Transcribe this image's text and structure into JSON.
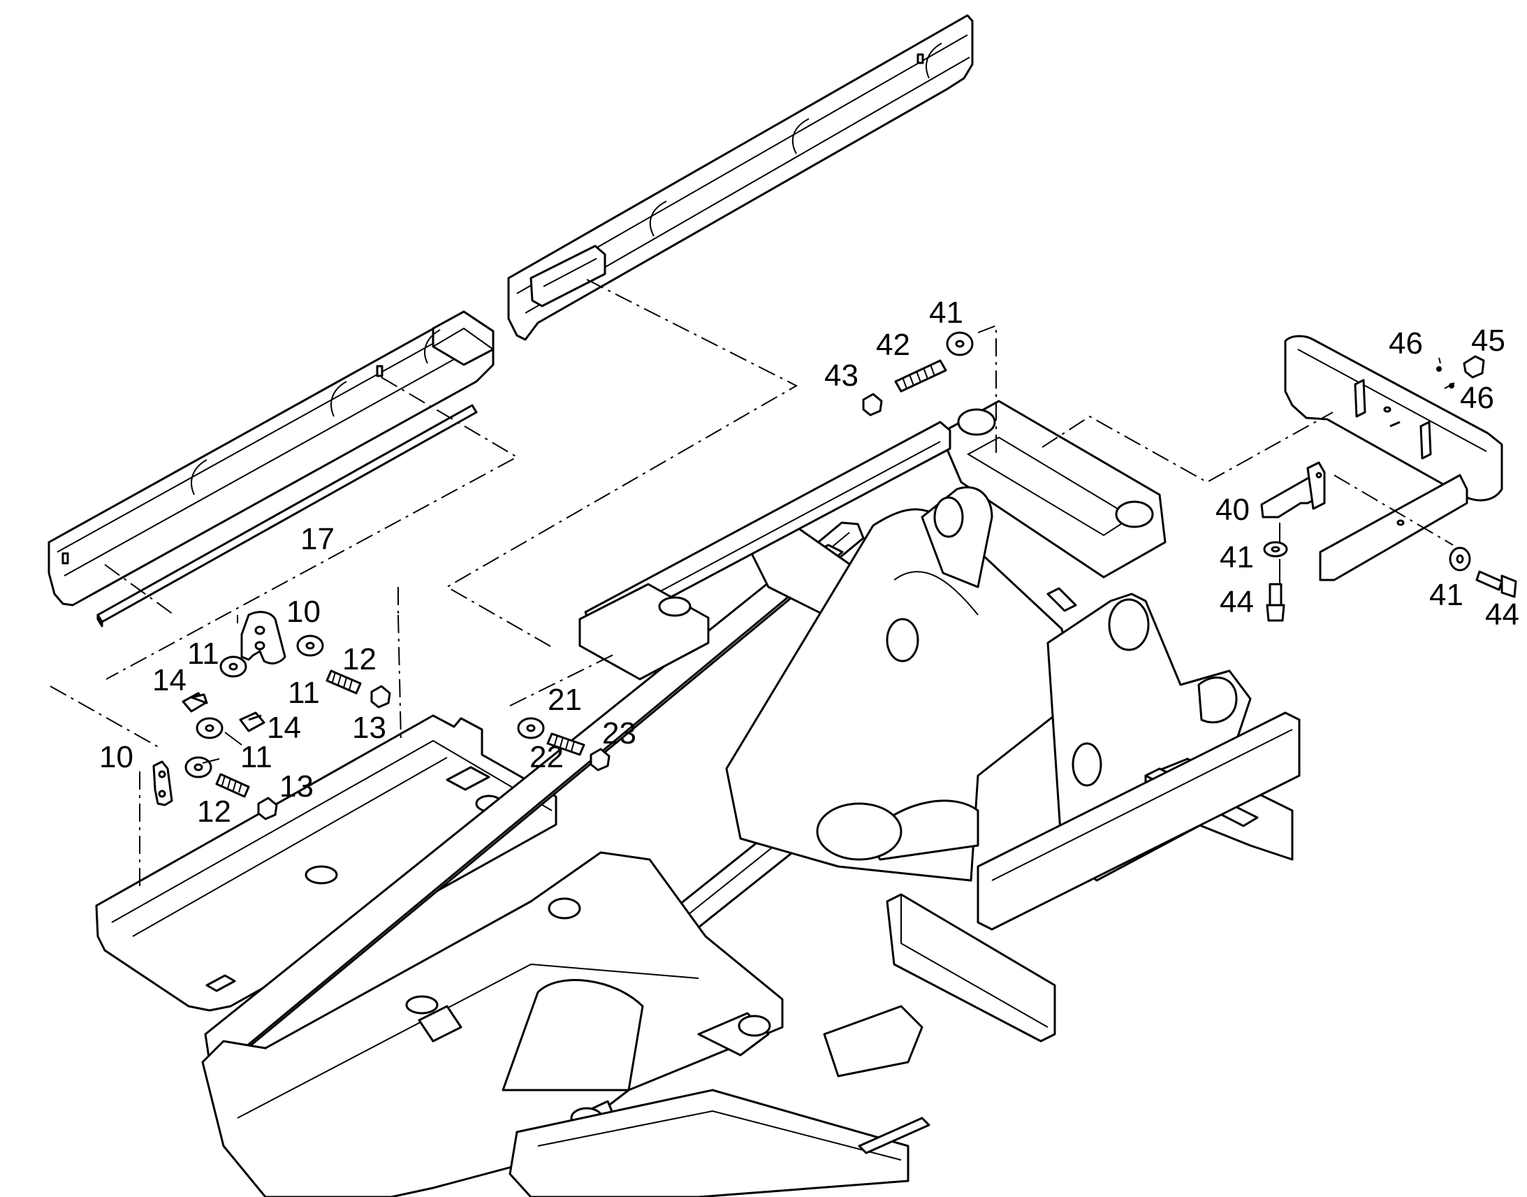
{
  "diagram": {
    "labels": {
      "l17": "17",
      "l10a": "10",
      "l11a": "11",
      "l14a": "14",
      "l11b": "11",
      "l12a": "12",
      "l13a": "13",
      "l14b": "14",
      "l10b": "10",
      "l11c": "11",
      "l12b": "12",
      "l13b": "13",
      "l21": "21",
      "l22": "22",
      "l23": "23",
      "l41a": "41",
      "l42": "42",
      "l43": "43",
      "l46a": "46",
      "l45": "45",
      "l46b": "46",
      "l40": "40",
      "l41b": "41",
      "l44a": "44",
      "l41c": "41",
      "l44b": "44"
    }
  }
}
